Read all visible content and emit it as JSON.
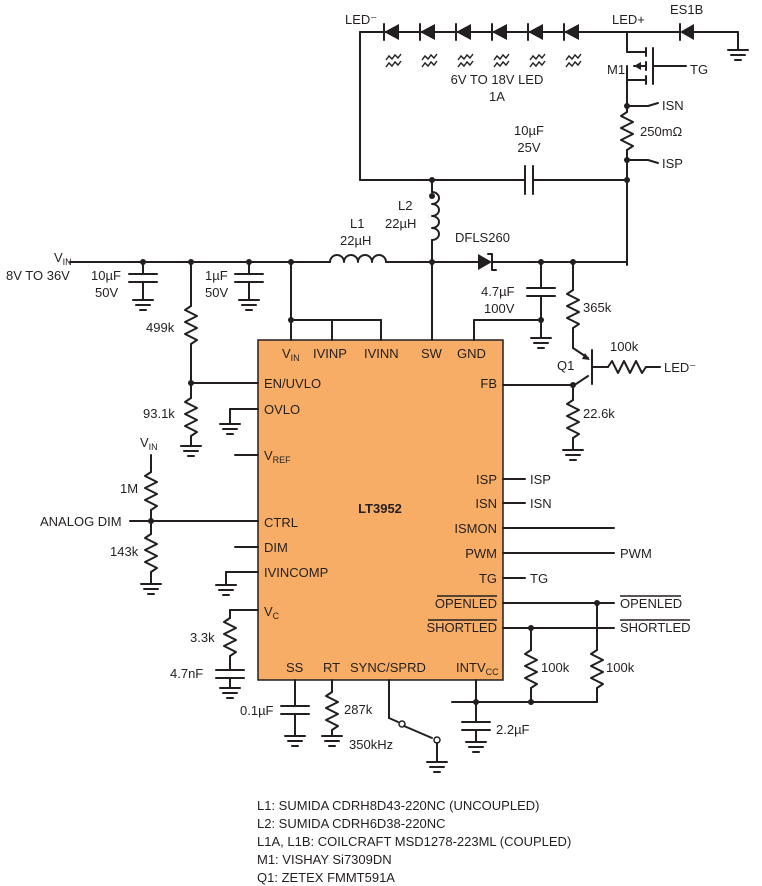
{
  "ic": {
    "name": "LT3952",
    "body_color": "#f7ad66",
    "top_pins": [
      "V",
      "IVINP",
      "IVINN",
      "SW",
      "GND"
    ],
    "top_pin_vin_sub": "IN",
    "left_pins": [
      "EN/UVLO",
      "OVLO",
      "V",
      "CTRL",
      "DIM",
      "IVINCOMP",
      "V"
    ],
    "left_vref_sub": "REF",
    "left_vc_sub": "C",
    "right_pins": [
      "FB",
      "ISP",
      "ISN",
      "ISMON",
      "PWM",
      "TG",
      "OPENLED",
      "SHORTLED"
    ],
    "bottom_pins": [
      "SS",
      "RT",
      "SYNC/SPRD",
      "INTV"
    ],
    "bottom_intv_sub": "CC"
  },
  "labels": {
    "led_minus_top": "LED⁻",
    "led_plus": "LED+",
    "es1b": "ES1B",
    "m1": "M1",
    "tg_top": "TG",
    "led_range": "6V TO 18V LED",
    "led_current": "1A",
    "isn_top": "ISN",
    "rsense": "250mΩ",
    "isp_top": "ISP",
    "cout_val": "10µF",
    "cout_v": "25V",
    "l2": "L2",
    "l2_val": "22µH",
    "l1": "L1",
    "l1_val": "22µH",
    "diode": "DFLS260",
    "vin": "V",
    "vin_sub": "IN",
    "vin_range": "8V TO 36V",
    "c1_val": "10µF",
    "c1_v": "50V",
    "c2_val": "1µF",
    "c2_v": "50V",
    "c3_val": "4.7µF",
    "c3_v": "100V",
    "r365": "365k",
    "r100k_q1": "100k",
    "q1": "Q1",
    "led_minus_q1": "LED⁻",
    "r22k": "22.6k",
    "r499": "499k",
    "r93": "93.1k",
    "vin2": "V",
    "vin2_sub": "IN",
    "r1m": "1M",
    "analog_dim": "ANALOG DIM",
    "r143": "143k",
    "r33": "3.3k",
    "c47n": "4.7nF",
    "c01": "0.1µF",
    "r287": "287k",
    "f350": "350kHz",
    "c22": "2.2µF",
    "r100a": "100k",
    "r100b": "100k",
    "isp_out": "ISP",
    "isn_out": "ISN",
    "pwm_out": "PWM",
    "tg_out": "TG",
    "openled_out": "OPENLED",
    "shortled_out": "SHORTLED"
  },
  "notes": [
    "L1: SUMIDA CDRH8D43-220NC (UNCOUPLED)",
    "L2: SUMIDA CDRH6D38-220NC",
    "L1A, L1B: COILCRAFT MSD1278-223ML (COUPLED)",
    "M1: VISHAY Si7309DN",
    "Q1: ZETEX FMMT591A"
  ]
}
